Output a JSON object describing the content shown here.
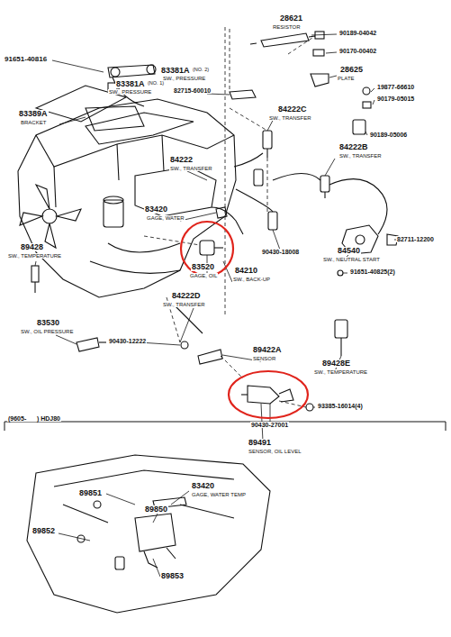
{
  "diagram": {
    "labels": [
      "91651-40816",
      "83381A",
      "(NO. 2)",
      "SW., PRESSURE",
      "83381A",
      "(NO. 1)",
      "SW., PRESSURE",
      "82715-60010",
      "28621",
      "RESISTOR",
      "90189-04042",
      "90170-00402",
      "28625",
      "PLATE",
      "19877-66610",
      "90179-05015",
      "90189-05006",
      "84222C",
      "SW., TRANSFER",
      "84222B",
      "SW., TRANSFER",
      "83389A",
      "BRACKET",
      "84222",
      "SW., TRANSFER",
      "83420",
      "GAGE, WATER",
      "89428",
      "SW., TEMPERATURE",
      "90430-18008",
      "84540",
      "SW., NEUTRAL START",
      "82711-12200",
      "91651-40825(2)",
      "83520",
      "GAGE, OIL",
      "84210",
      "SW., BACK-UP",
      "84222D",
      "SW., TRANSFER",
      "83530",
      "SW., OIL PRESSURE",
      "90430-12222",
      "89422A",
      "SENSOR",
      "89428E",
      "SW., TEMPERATURE",
      "93385-16014(4)",
      "90430-27001",
      "89491",
      "SENSOR, OIL LEVEL",
      "(9605-      ) HDJ80",
      "89851",
      "83420",
      "GAGE, WATER TEMP",
      "89850",
      "89852",
      "89853"
    ]
  }
}
